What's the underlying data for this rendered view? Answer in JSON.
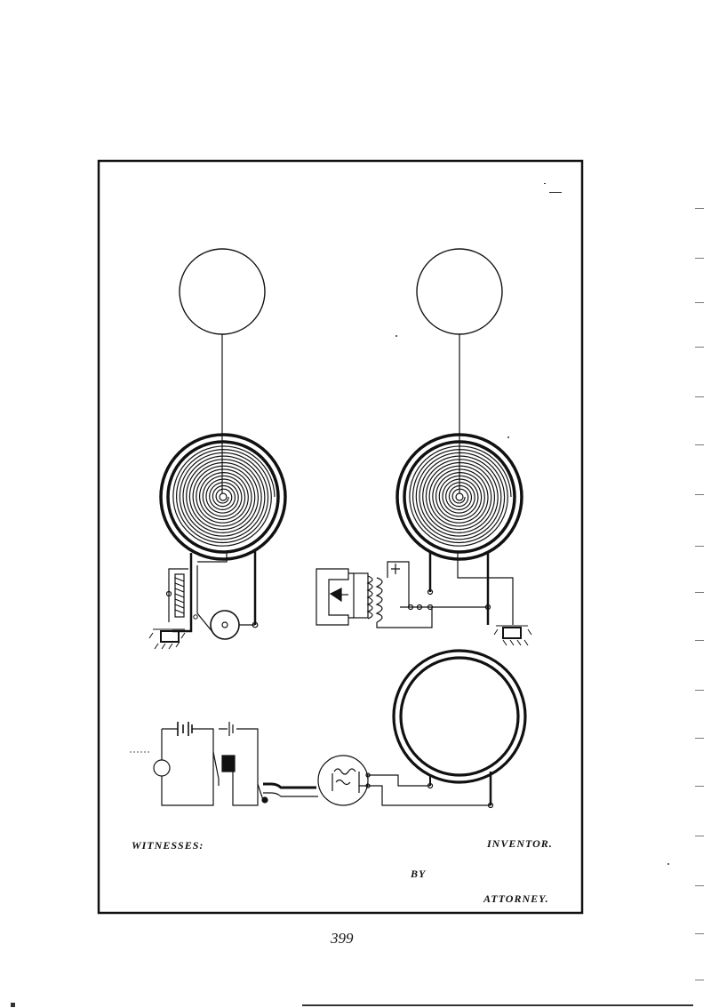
{
  "labels": {
    "witnesses": "WITNESSES:",
    "inventor": "INVENTOR.",
    "by": "BY",
    "attorney": "ATTORNEY."
  },
  "page_number": "399",
  "colors": {
    "ink": "#111111",
    "paper": "#ffffff"
  }
}
